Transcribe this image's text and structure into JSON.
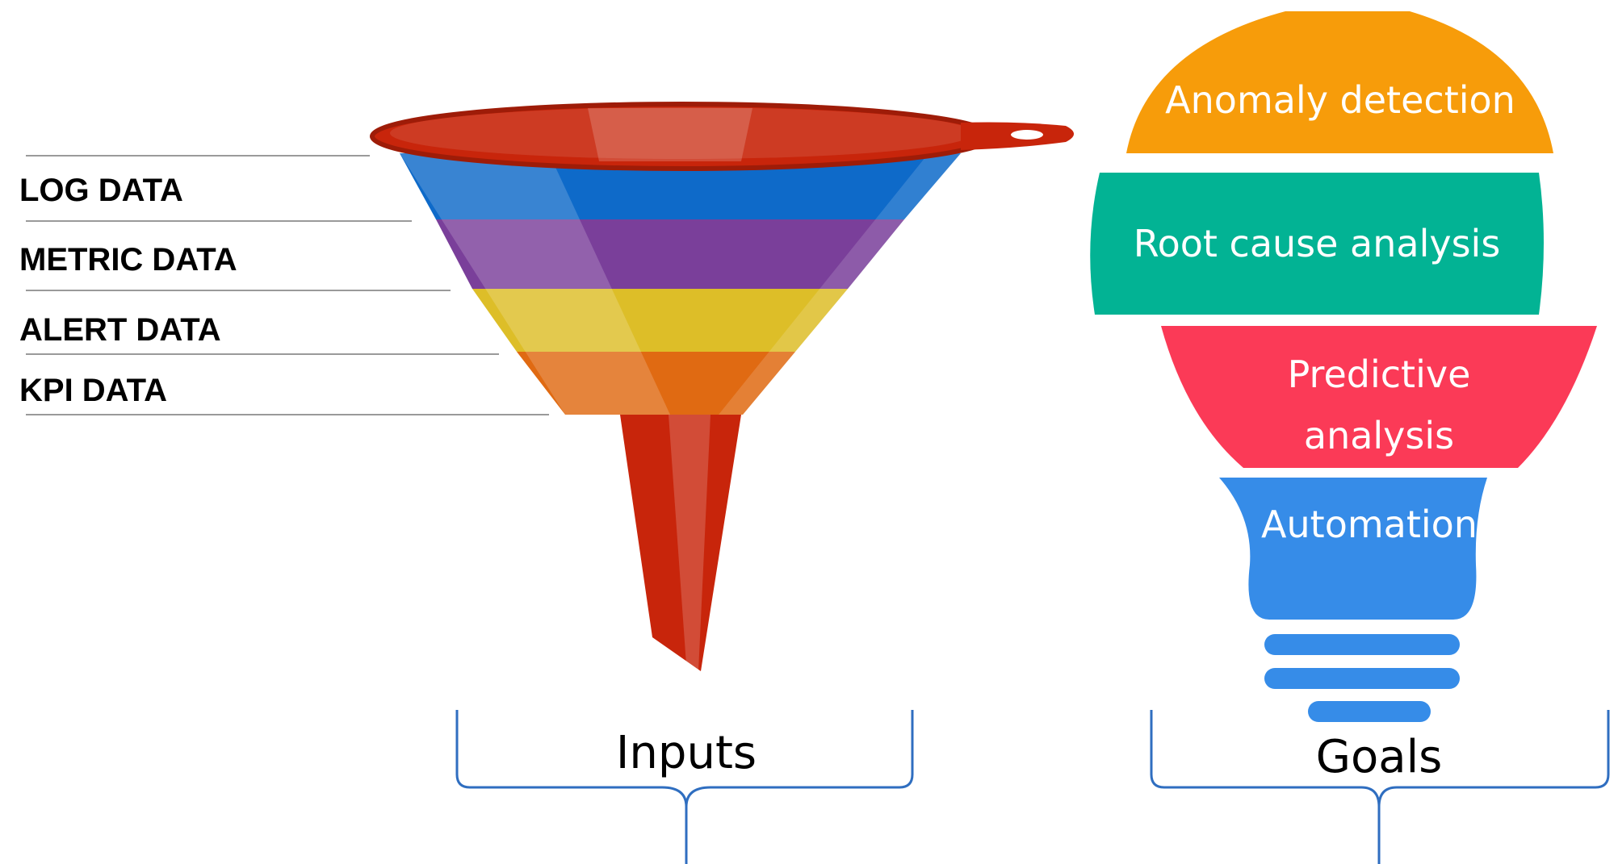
{
  "inputs": {
    "items": [
      {
        "label": "LOG DATA",
        "color": "#0E6AC9"
      },
      {
        "label": "METRIC DATA",
        "color": "#7A3F9A"
      },
      {
        "label": "ALERT DATA",
        "color": "#DDBE28"
      },
      {
        "label": "KPI DATA",
        "color": "#E06A12"
      }
    ],
    "funnel_color": "#C8250B",
    "section_label": "Inputs"
  },
  "goals": {
    "items": [
      {
        "label": "Anomaly detection",
        "color": "#F79C0A"
      },
      {
        "label": "Root cause analysis",
        "color": "#02B394"
      },
      {
        "label_line1": "Predictive",
        "label_line2": "analysis",
        "color": "#FB3A57"
      },
      {
        "label": "Automation",
        "color": "#368CE8"
      }
    ],
    "section_label": "Goals"
  },
  "bracket_color": "#2F6EC0"
}
